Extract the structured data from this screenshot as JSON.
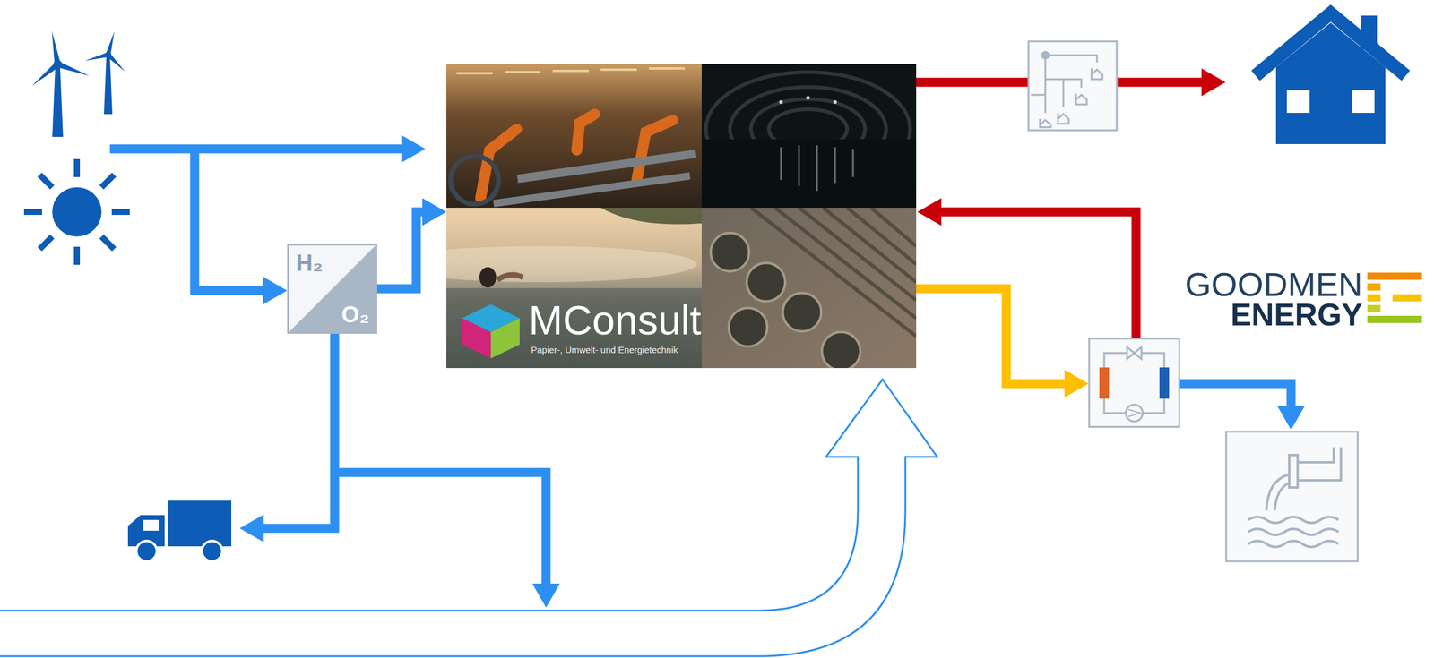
{
  "diagram": {
    "nodes": [
      {
        "text": [
          "MConsult",
          "Papier-, Umwelt- und Energietechnik"
        ]
      },
      {
        "text": [
          "H₂",
          "O₂"
        ]
      }
    ],
    "edges": [
      {
        "from": 1,
        "to": 0,
        "arrow": "to"
      }
    ],
    "labels": [
      "GOODMEN",
      "ENERGY"
    ]
  }
}
